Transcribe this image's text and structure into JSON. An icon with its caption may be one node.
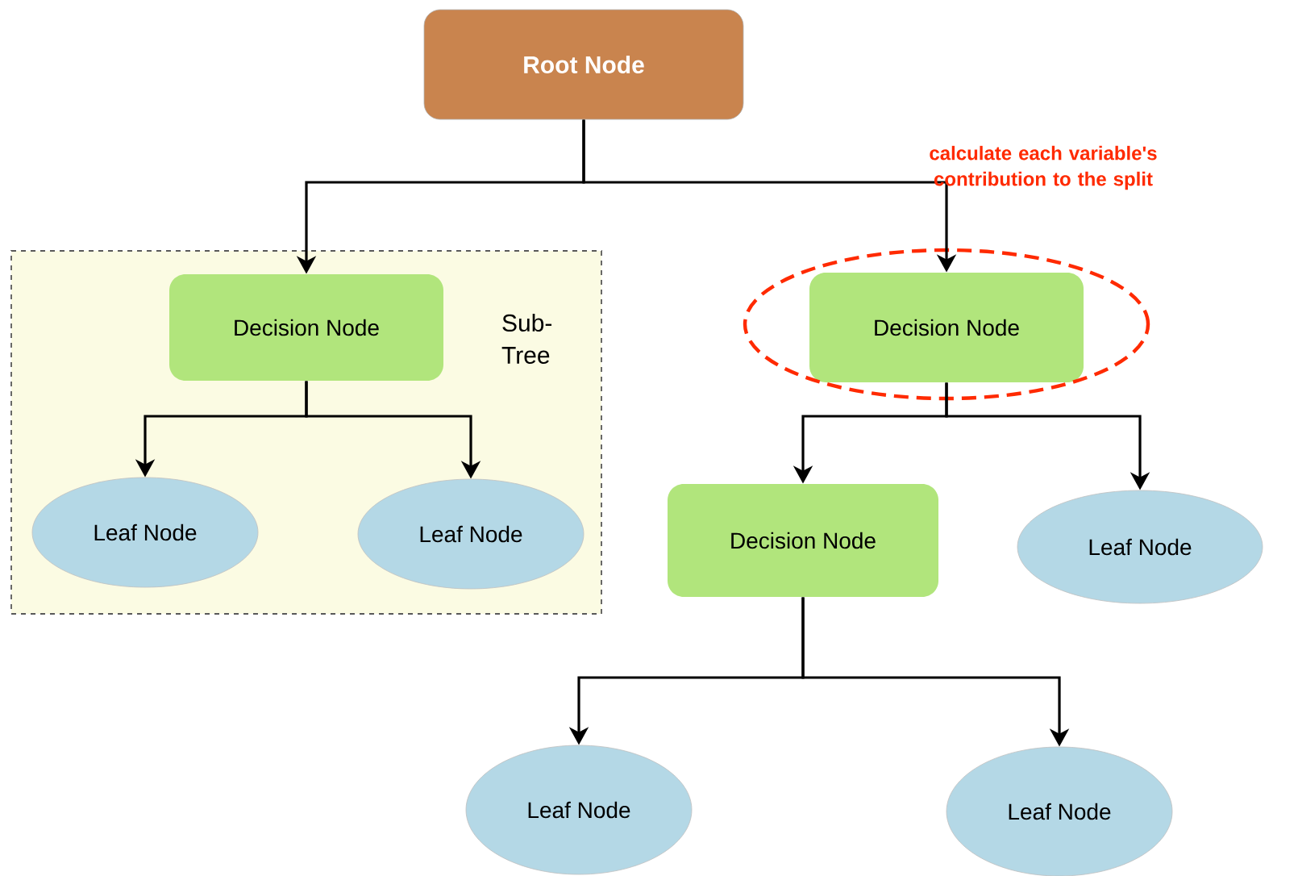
{
  "diagram": {
    "nodes": [
      {
        "text": [
          "Root Node"
        ]
      },
      {
        "text": [
          "Sub-Tree"
        ]
      },
      {
        "text": [
          "Decision Node"
        ],
        "in": 1
      },
      {
        "text": [
          "Leaf Node"
        ],
        "in": 1
      },
      {
        "text": [
          "Leaf Node"
        ],
        "in": 1
      },
      {
        "text": [
          "Decision Node"
        ]
      },
      {
        "text": [
          "Decision Node"
        ]
      },
      {
        "text": [
          "Leaf Node"
        ]
      },
      {
        "text": [
          "Leaf Node"
        ]
      },
      {
        "text": [
          "Leaf Node"
        ]
      }
    ],
    "edges": [
      {
        "from": 0,
        "to": 2,
        "arrow": "to"
      },
      {
        "from": 0,
        "to": 5,
        "arrow": "to"
      },
      {
        "from": 2,
        "to": 3,
        "arrow": "to"
      },
      {
        "from": 2,
        "to": 4,
        "arrow": "to"
      },
      {
        "from": 5,
        "to": 6,
        "arrow": "to"
      },
      {
        "from": 5,
        "to": 7,
        "arrow": "to"
      },
      {
        "from": 6,
        "to": 8,
        "arrow": "to"
      },
      {
        "from": 6,
        "to": 9,
        "arrow": "to"
      }
    ],
    "labels": [
      "calculate each variable's contribution to the split"
    ]
  }
}
